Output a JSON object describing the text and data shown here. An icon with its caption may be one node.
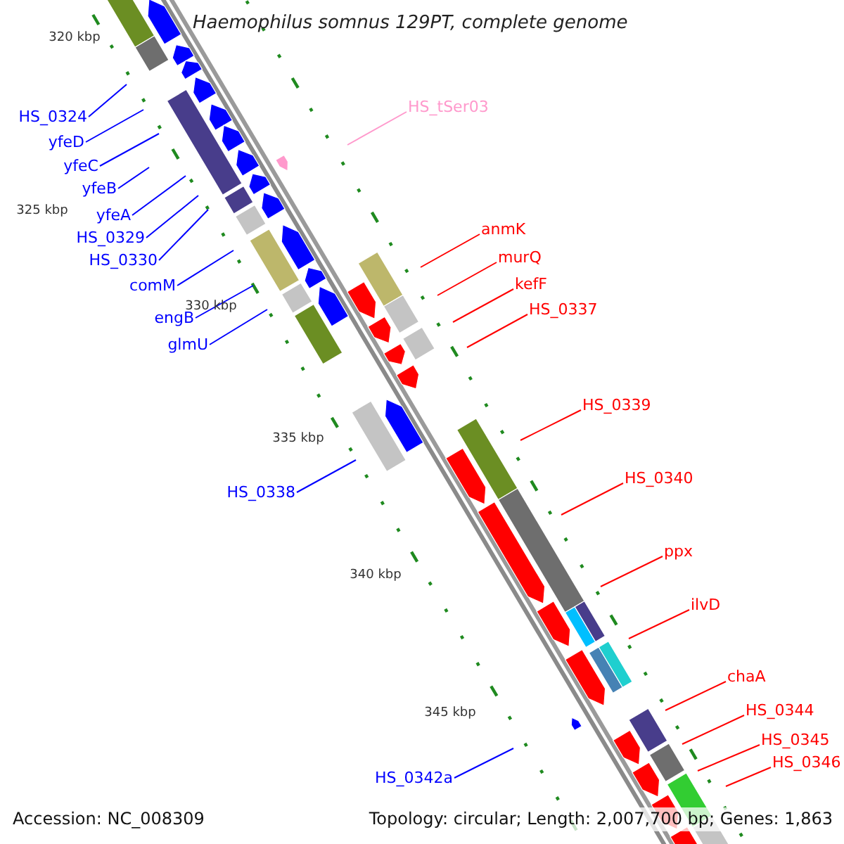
{
  "diagram": {
    "title": "Haemophilus somnus 129PT, complete genome",
    "nodes": [
      {
        "text": [
          "HS_tSer03"
        ]
      },
      {
        "text": [
          "HS_0324"
        ]
      },
      {
        "text": [
          "yfeD"
        ]
      },
      {
        "text": [
          "yfeC"
        ]
      },
      {
        "text": [
          "yfeB"
        ]
      },
      {
        "text": [
          "yfeA"
        ]
      },
      {
        "text": [
          "anmK"
        ]
      },
      {
        "text": [
          "HS_0329"
        ]
      },
      {
        "text": [
          "murQ"
        ]
      },
      {
        "text": [
          "HS_0330"
        ]
      },
      {
        "text": [
          "kefF"
        ]
      },
      {
        "text": [
          "comM"
        ]
      },
      {
        "text": [
          "HS_0337"
        ]
      },
      {
        "text": [
          "engB"
        ]
      },
      {
        "text": [
          "glmU"
        ]
      },
      {
        "text": [
          "HS_0339"
        ]
      },
      {
        "text": [
          "HS_0340"
        ]
      },
      {
        "text": [
          "HS_0338"
        ]
      },
      {
        "text": [
          "ppx"
        ]
      },
      {
        "text": [
          "ilvD"
        ]
      },
      {
        "text": [
          "chaA"
        ]
      },
      {
        "text": [
          "HS_0344"
        ]
      },
      {
        "text": [
          "HS_0345"
        ]
      },
      {
        "text": [
          "HS_0346"
        ]
      },
      {
        "text": [
          "HS_0342a"
        ]
      }
    ],
    "edges": [
      {
        "from": 0,
        "to": null,
        "arrow": "none",
        "color": "#ff99cc"
      },
      {
        "from": 1,
        "to": null,
        "arrow": "none",
        "color": "#0000ff"
      },
      {
        "from": 2,
        "to": null,
        "arrow": "none",
        "color": "#0000ff"
      },
      {
        "from": 3,
        "to": null,
        "arrow": "none",
        "color": "#0000ff"
      },
      {
        "from": 4,
        "to": null,
        "arrow": "none",
        "color": "#0000ff"
      },
      {
        "from": 5,
        "to": null,
        "arrow": "none",
        "color": "#0000ff"
      },
      {
        "from": 6,
        "to": null,
        "arrow": "none",
        "color": "#ff0000"
      },
      {
        "from": 7,
        "to": null,
        "arrow": "none",
        "color": "#0000ff"
      },
      {
        "from": 8,
        "to": null,
        "arrow": "none",
        "color": "#ff0000"
      },
      {
        "from": 9,
        "to": null,
        "arrow": "none",
        "color": "#0000ff"
      },
      {
        "from": 10,
        "to": null,
        "arrow": "none",
        "color": "#ff0000"
      },
      {
        "from": 11,
        "to": null,
        "arrow": "none",
        "color": "#0000ff"
      },
      {
        "from": 12,
        "to": null,
        "arrow": "none",
        "color": "#ff0000"
      },
      {
        "from": 13,
        "to": null,
        "arrow": "none",
        "color": "#0000ff"
      },
      {
        "from": 14,
        "to": null,
        "arrow": "none",
        "color": "#0000ff"
      },
      {
        "from": 15,
        "to": null,
        "arrow": "none",
        "color": "#ff0000"
      },
      {
        "from": 16,
        "to": null,
        "arrow": "none",
        "color": "#ff0000"
      },
      {
        "from": 17,
        "to": null,
        "arrow": "none",
        "color": "#0000ff"
      },
      {
        "from": 18,
        "to": null,
        "arrow": "none",
        "color": "#ff0000"
      },
      {
        "from": 19,
        "to": null,
        "arrow": "none",
        "color": "#ff0000"
      },
      {
        "from": 20,
        "to": null,
        "arrow": "none",
        "color": "#ff0000"
      },
      {
        "from": 21,
        "to": null,
        "arrow": "none",
        "color": "#ff0000"
      },
      {
        "from": 22,
        "to": null,
        "arrow": "none",
        "color": "#ff0000"
      },
      {
        "from": 23,
        "to": null,
        "arrow": "none",
        "color": "#ff0000"
      },
      {
        "from": 24,
        "to": null,
        "arrow": "none",
        "color": "#0000ff"
      }
    ],
    "labels": [
      "320 kbp",
      "325 kbp",
      "330 kbp",
      "335 kbp",
      "340 kbp",
      "345 kbp",
      "Accession: NC_008309",
      "Topology: circular; Length: 2,007,700 bp; Genes: 1,863"
    ]
  }
}
